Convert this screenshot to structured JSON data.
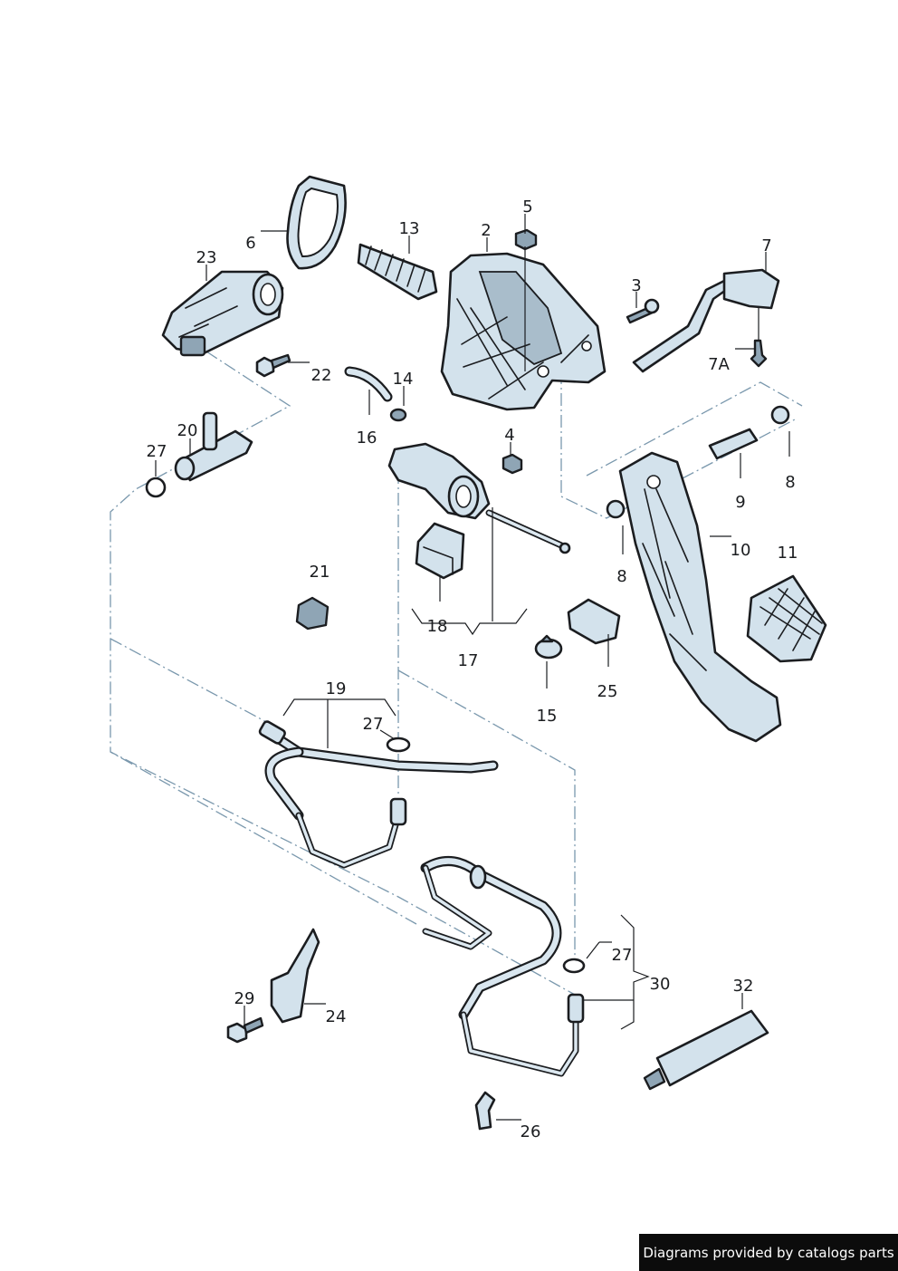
{
  "callouts": {
    "c2": "2",
    "c3": "3",
    "c4": "4",
    "c5": "5",
    "c6": "6",
    "c7": "7",
    "c7a": "7A",
    "c8a": "8",
    "c8b": "8",
    "c9": "9",
    "c10": "10",
    "c11": "11",
    "c13": "13",
    "c14": "14",
    "c15": "15",
    "c16": "16",
    "c17": "17",
    "c18": "18",
    "c19": "19",
    "c20": "20",
    "c21": "21",
    "c22": "22",
    "c23": "23",
    "c24": "24",
    "c25": "25",
    "c26": "26",
    "c27a": "27",
    "c27b": "27",
    "c27c": "27",
    "c29": "29",
    "c30": "30",
    "c32": "32"
  },
  "footer": {
    "credit": "Diagrams provided by catalogs parts"
  }
}
